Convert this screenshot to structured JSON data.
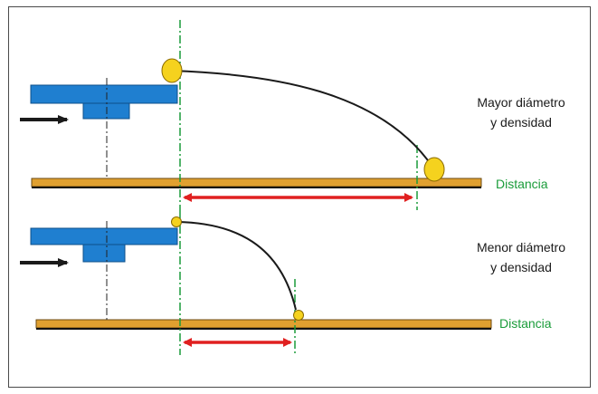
{
  "upper": {
    "caption_line1": "Mayor diámetro",
    "caption_line2": "y densidad",
    "distance_label": "Distancia"
  },
  "lower": {
    "caption_line1": "Menor diámetro",
    "caption_line2": "y densidad",
    "distance_label": "Distancia"
  },
  "colors": {
    "disc": "#1f7fd0",
    "belt": "#e0a030",
    "particle": "#f5d21e",
    "arrow_distance": "#e02020",
    "guide_line": "#1a9c3a",
    "feed_arrow": "#1a1a1a"
  }
}
